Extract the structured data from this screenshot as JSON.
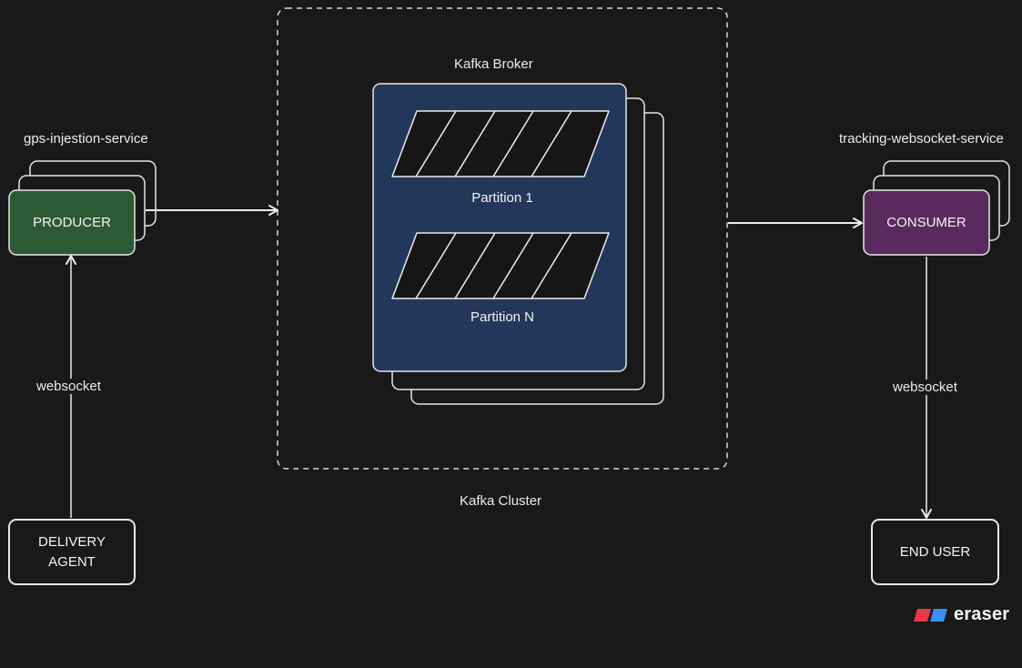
{
  "producer": {
    "service_label": "gps-injestion-service",
    "node_label": "PRODUCER",
    "fill_color": "#2b5a34"
  },
  "consumer": {
    "service_label": "tracking-websocket-service",
    "node_label": "CONSUMER",
    "fill_color": "#5a2a5e"
  },
  "broker": {
    "label": "Kafka Broker",
    "fill_color": "#23375a",
    "partitions": [
      "Partition 1",
      "Partition N"
    ]
  },
  "cluster": {
    "label": "Kafka Cluster"
  },
  "delivery_agent": {
    "label_line1": "DELIVERY",
    "label_line2": "AGENT"
  },
  "end_user": {
    "label": "END USER"
  },
  "edges": {
    "agent_to_producer": "websocket",
    "consumer_to_end_user": "websocket"
  },
  "brand": {
    "name": "eraser",
    "icon_colors": [
      "#e8394a",
      "#3a8ff0"
    ]
  }
}
